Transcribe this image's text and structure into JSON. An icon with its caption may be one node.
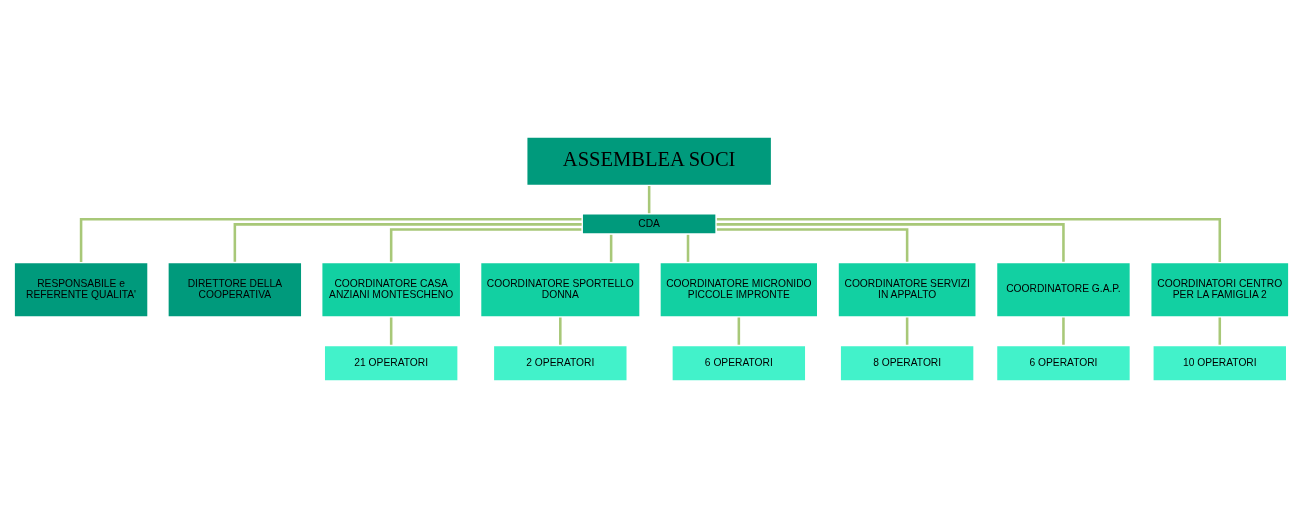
{
  "diagram": {
    "nodes": [
      {
        "text": [
          "ASSEMBLEA SOCI"
        ]
      },
      {
        "text": [
          "CDA"
        ]
      },
      {
        "text": [
          "RESPONSABILE e REFERENTE QUALITA'"
        ]
      },
      {
        "text": [
          "DIRETTORE DELLA COOPERATIVA"
        ]
      },
      {
        "text": [
          "COORDINATORE CASA ANZIANI MONTESCHENO"
        ]
      },
      {
        "text": [
          "COORDINATORE SPORTELLO DONNA"
        ]
      },
      {
        "text": [
          "COORDINATORE MICRONIDO PICCOLE IMPRONTE"
        ]
      },
      {
        "text": [
          "COORDINATORE SERVIZI IN APPALTO"
        ]
      },
      {
        "text": [
          "COORDINATORE G.A.P."
        ]
      },
      {
        "text": [
          "COORDINATORI CENTRO PER LA FAMIGLIA 2"
        ]
      },
      {
        "text": [
          "21 OPERATORI"
        ]
      },
      {
        "text": [
          "2 OPERATORI"
        ]
      },
      {
        "text": [
          "6 OPERATORI"
        ]
      },
      {
        "text": [
          "8 OPERATORI"
        ]
      },
      {
        "text": [
          "6 OPERATORI"
        ]
      },
      {
        "text": [
          "10 OPERATORI"
        ]
      }
    ],
    "edges": [
      {
        "from": 0,
        "to": 1,
        "arrow": "none"
      },
      {
        "from": 1,
        "to": 2,
        "arrow": "none"
      },
      {
        "from": 1,
        "to": 3,
        "arrow": "none"
      },
      {
        "from": 1,
        "to": 4,
        "arrow": "none"
      },
      {
        "from": 1,
        "to": 5,
        "arrow": "none"
      },
      {
        "from": 1,
        "to": 6,
        "arrow": "none"
      },
      {
        "from": 1,
        "to": 7,
        "arrow": "none"
      },
      {
        "from": 1,
        "to": 8,
        "arrow": "none"
      },
      {
        "from": 1,
        "to": 9,
        "arrow": "none"
      },
      {
        "from": 4,
        "to": 10,
        "arrow": "none"
      },
      {
        "from": 5,
        "to": 11,
        "arrow": "none"
      },
      {
        "from": 6,
        "to": 12,
        "arrow": "none"
      },
      {
        "from": 7,
        "to": 13,
        "arrow": "none"
      },
      {
        "from": 8,
        "to": 14,
        "arrow": "none"
      },
      {
        "from": 9,
        "to": 15,
        "arrow": "none"
      }
    ]
  }
}
